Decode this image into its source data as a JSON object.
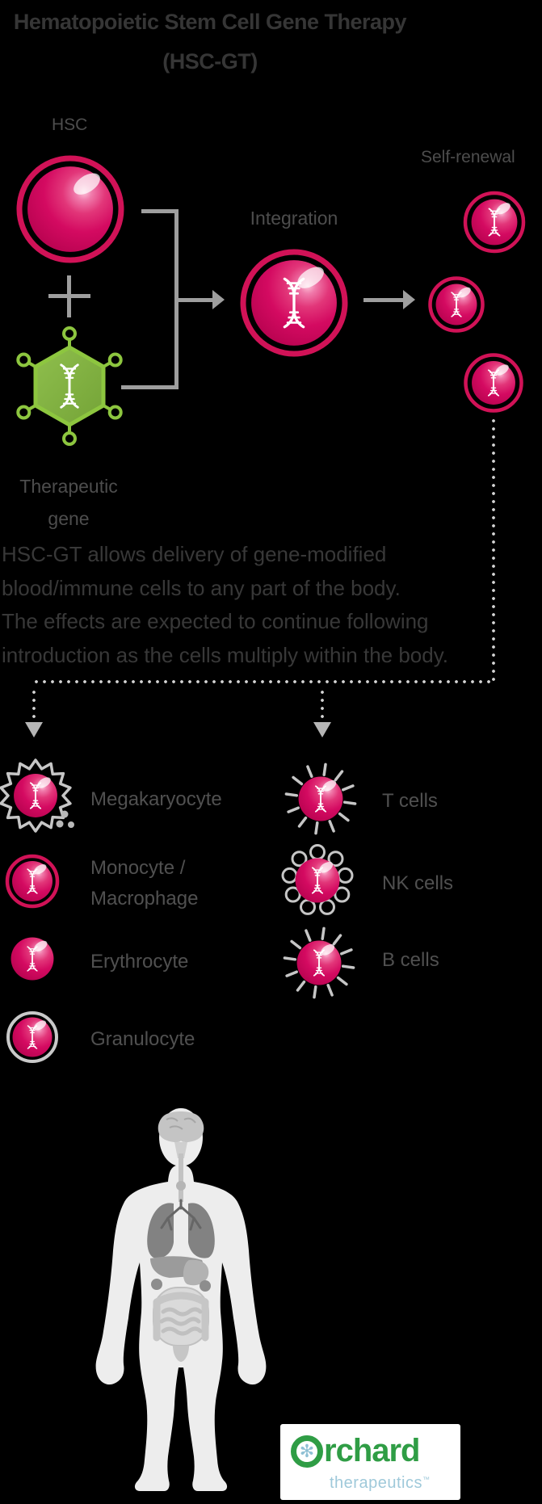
{
  "title": {
    "line1": "Hematopoietic Stem Cell Gene Therapy",
    "line2": "(HSC-GT)"
  },
  "flow": {
    "hsc_label": "HSC",
    "therapeutic_gene": {
      "line1": "Therapeutic",
      "line2": "gene"
    },
    "integration_label": "Integration",
    "self_renewal_label": "Self-renewal"
  },
  "description": {
    "lines": [
      "HSC-GT allows delivery of gene-modified",
      "blood/immune cells to any part of the body.",
      "The effects are expected to continue following",
      "introduction as the cells multiply within the body."
    ]
  },
  "lineage": {
    "left": [
      {
        "icon": "megakaryocyte-cell",
        "label": "Megakaryocyte"
      },
      {
        "icon": "monocyte-cell",
        "line1": "Monocyte /",
        "line2": "Macrophage"
      },
      {
        "icon": "erythrocyte-cell",
        "label": "Erythrocyte"
      },
      {
        "icon": "granulocyte-cell",
        "label": "Granulocyte"
      }
    ],
    "right": [
      {
        "icon": "t-cell",
        "label": "T cells"
      },
      {
        "icon": "nk-cell",
        "label": "NK cells"
      },
      {
        "icon": "b-cell",
        "label": "B cells"
      }
    ]
  },
  "logo": {
    "brand": "Orchard",
    "brand_rest": "rchard",
    "asterisk": "✻",
    "sub": "therapeutics",
    "tm": "™"
  },
  "colors": {
    "background": "#000000",
    "cell_pink": "#d40a61",
    "ring_crimson": "#d11257",
    "virus_green": "#8dc63f",
    "gray_connector": "#9e9e9e",
    "logo_green": "#2f9d45",
    "logo_blue": "#9fc9da"
  }
}
